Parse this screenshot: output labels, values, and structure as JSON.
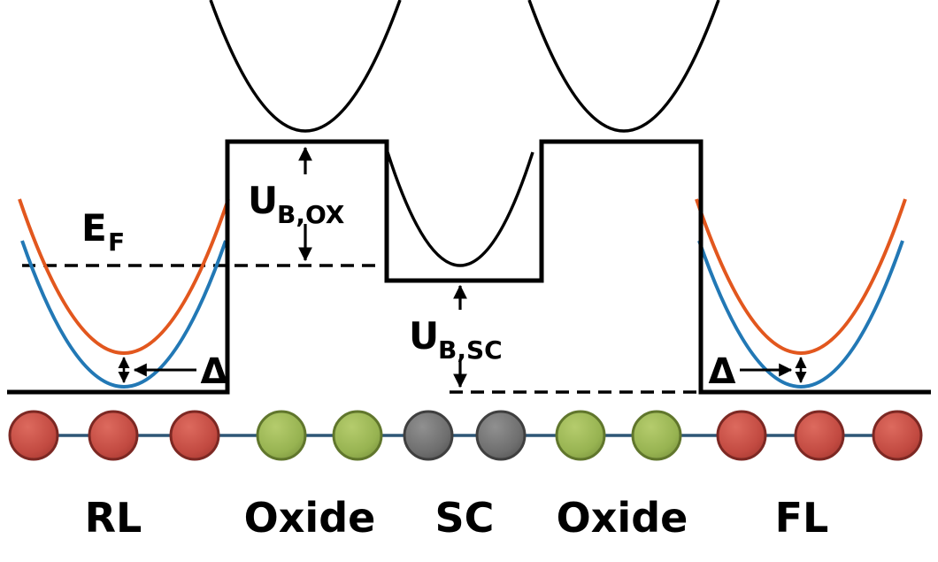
{
  "diagram": {
    "labels": {
      "fermi": {
        "main": "E",
        "sub": "F"
      },
      "oxide_barrier": {
        "main": "U",
        "sub": "B,OX"
      },
      "sc_barrier": {
        "main": "U",
        "sub": "B,SC"
      },
      "delta_left": "Δ",
      "delta_right": "Δ"
    },
    "regions": [
      {
        "label": "RL"
      },
      {
        "label": "Oxide"
      },
      {
        "label": "SC"
      },
      {
        "label": "Oxide"
      },
      {
        "label": "FL"
      }
    ],
    "colors": {
      "spin_up_band": "#e2571e",
      "spin_down_band": "#2278b5",
      "barrier_line": "#000000",
      "atom_red": "#c0504d",
      "atom_green": "#9bbb59",
      "atom_gray": "#7f7f7f",
      "bond_line": "#2e5676"
    },
    "atoms": [
      "red",
      "red",
      "red",
      "green",
      "green",
      "gray",
      "gray",
      "green",
      "green",
      "red",
      "red",
      "red"
    ]
  }
}
